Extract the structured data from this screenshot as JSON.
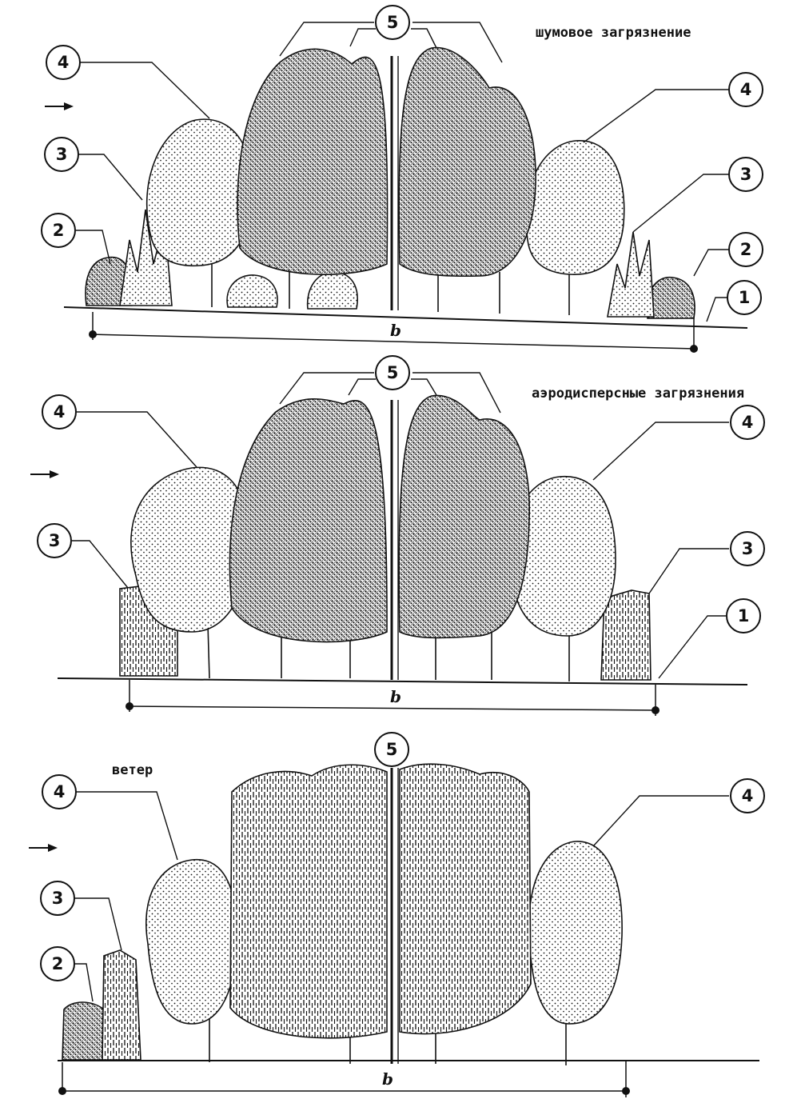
{
  "panels": [
    {
      "id": "noise",
      "caption": "шумовое загрязнение",
      "width_label": "b",
      "callouts": [
        {
          "n": "5"
        },
        {
          "n": "4"
        },
        {
          "n": "4"
        },
        {
          "n": "3"
        },
        {
          "n": "3"
        },
        {
          "n": "2"
        },
        {
          "n": "2"
        },
        {
          "n": "1"
        }
      ]
    },
    {
      "id": "aerosol",
      "caption": "аэродисперсные загрязнения",
      "width_label": "b",
      "callouts": [
        {
          "n": "5"
        },
        {
          "n": "4"
        },
        {
          "n": "4"
        },
        {
          "n": "3"
        },
        {
          "n": "3"
        },
        {
          "n": "1"
        }
      ]
    },
    {
      "id": "wind",
      "caption": "ветер",
      "width_label": "b",
      "callouts": [
        {
          "n": "5"
        },
        {
          "n": "4"
        },
        {
          "n": "4"
        },
        {
          "n": "3"
        },
        {
          "n": "2"
        }
      ]
    }
  ],
  "colors": {
    "ink": "#111111",
    "paper": "#ffffff"
  },
  "icons": [
    "arrow-right-icon",
    "tree-icon",
    "shrub-icon",
    "grass-icon"
  ]
}
